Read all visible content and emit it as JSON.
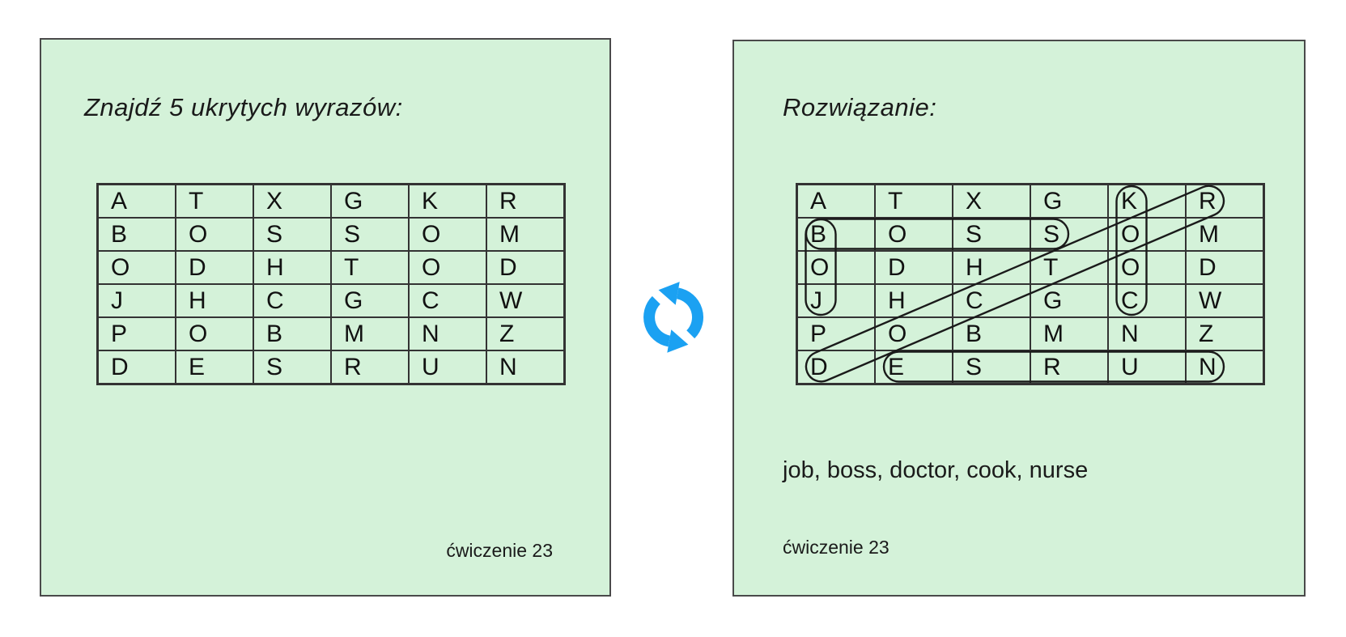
{
  "colors": {
    "panel_bg": "#d4f2d9",
    "panel_border": "#4a4a4a",
    "grid_line": "#333333",
    "text": "#1a1a1a",
    "highlight": "#1a1a1a",
    "accent": "#1ba1f2"
  },
  "exercise_slide": {
    "title": "Znajdź 5 ukrytych wyrazów:",
    "footer": "ćwiczenie 23"
  },
  "solution_slide": {
    "title": "Rozwiązanie:",
    "words_text": "job, boss, doctor, cook, nurse",
    "footer": "ćwiczenie 23"
  },
  "word_grid": {
    "rows": [
      [
        "A",
        "T",
        "X",
        "G",
        "K",
        "R"
      ],
      [
        "B",
        "O",
        "S",
        "S",
        "O",
        "M"
      ],
      [
        "O",
        "D",
        "H",
        "T",
        "O",
        "D"
      ],
      [
        "J",
        "H",
        "C",
        "G",
        "C",
        "W"
      ],
      [
        "P",
        "O",
        "B",
        "M",
        "N",
        "Z"
      ],
      [
        "D",
        "E",
        "S",
        "R",
        "U",
        "N"
      ]
    ]
  },
  "solution_highlights": [
    {
      "word": "boss",
      "from": {
        "row": 1,
        "col": 0
      },
      "to": {
        "row": 1,
        "col": 3
      }
    },
    {
      "word": "job",
      "from": {
        "row": 1,
        "col": 0
      },
      "to": {
        "row": 3,
        "col": 0
      }
    },
    {
      "word": "cook",
      "from": {
        "row": 0,
        "col": 4
      },
      "to": {
        "row": 3,
        "col": 4
      }
    },
    {
      "word": "nurse",
      "from": {
        "row": 5,
        "col": 1
      },
      "to": {
        "row": 5,
        "col": 5
      }
    },
    {
      "word": "doctor",
      "from": {
        "row": 5,
        "col": 0
      },
      "to": {
        "row": 0,
        "col": 5
      }
    }
  ],
  "sync_icon": {
    "color": "#1ba1f2"
  }
}
